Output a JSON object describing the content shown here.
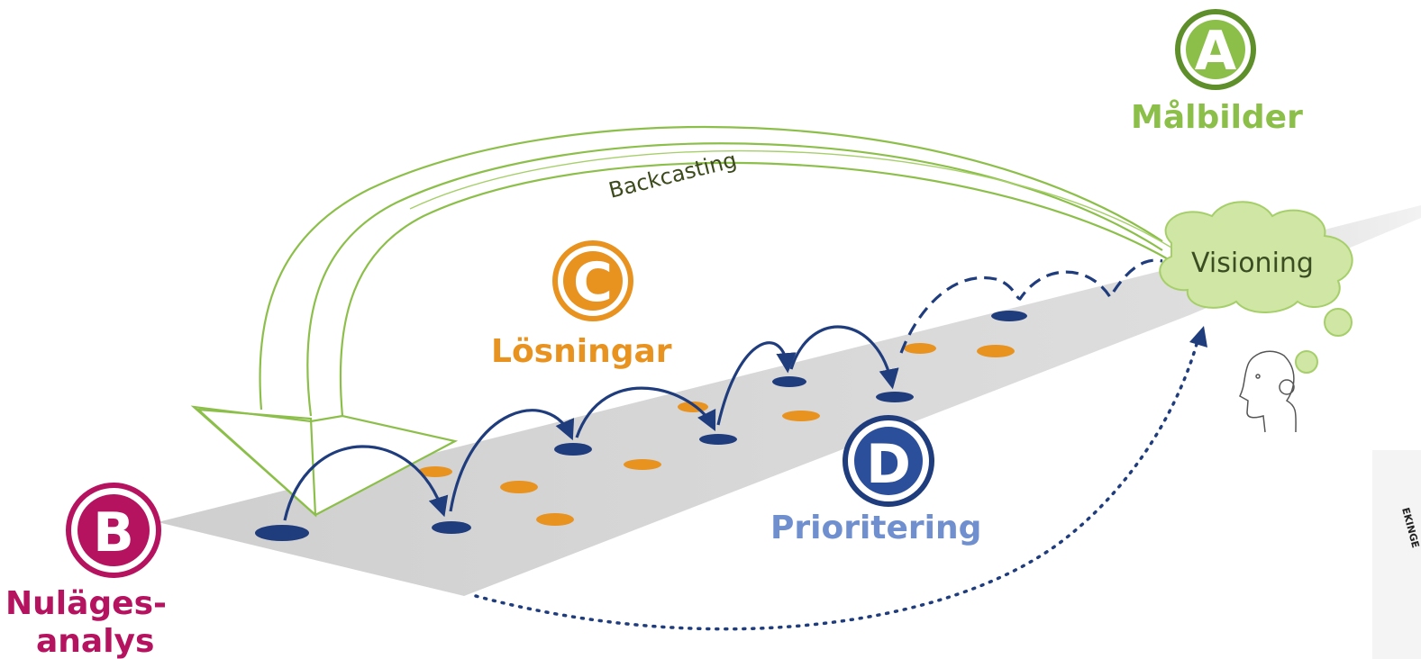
{
  "labels": {
    "a_letter": "A",
    "a_title": "Målbilder",
    "b_letter": "B",
    "b_title_line1": "Nuläges-",
    "b_title_line2": "analys",
    "c_letter": "C",
    "c_title": "Lösningar",
    "d_letter": "D",
    "d_title": "Prioritering",
    "backcasting": "Backcasting",
    "visioning": "Visioning",
    "side_logo": "EKINGE"
  },
  "colors": {
    "green": "#8cbf4a",
    "green_dark": "#5e8f2a",
    "magenta": "#b5135f",
    "orange": "#e8921f",
    "blue_dark": "#1f3c7d",
    "blue_light": "#6f8fcf",
    "grey_path": "#d8d8d8",
    "cloud_fill": "#cfe6a4"
  },
  "icons": [
    "green-backcasting-arrow",
    "blue-jump-arrows",
    "dashed-vision-arrow",
    "dotted-prioritering-arrow",
    "thought-cloud",
    "head-silhouette-icon"
  ]
}
